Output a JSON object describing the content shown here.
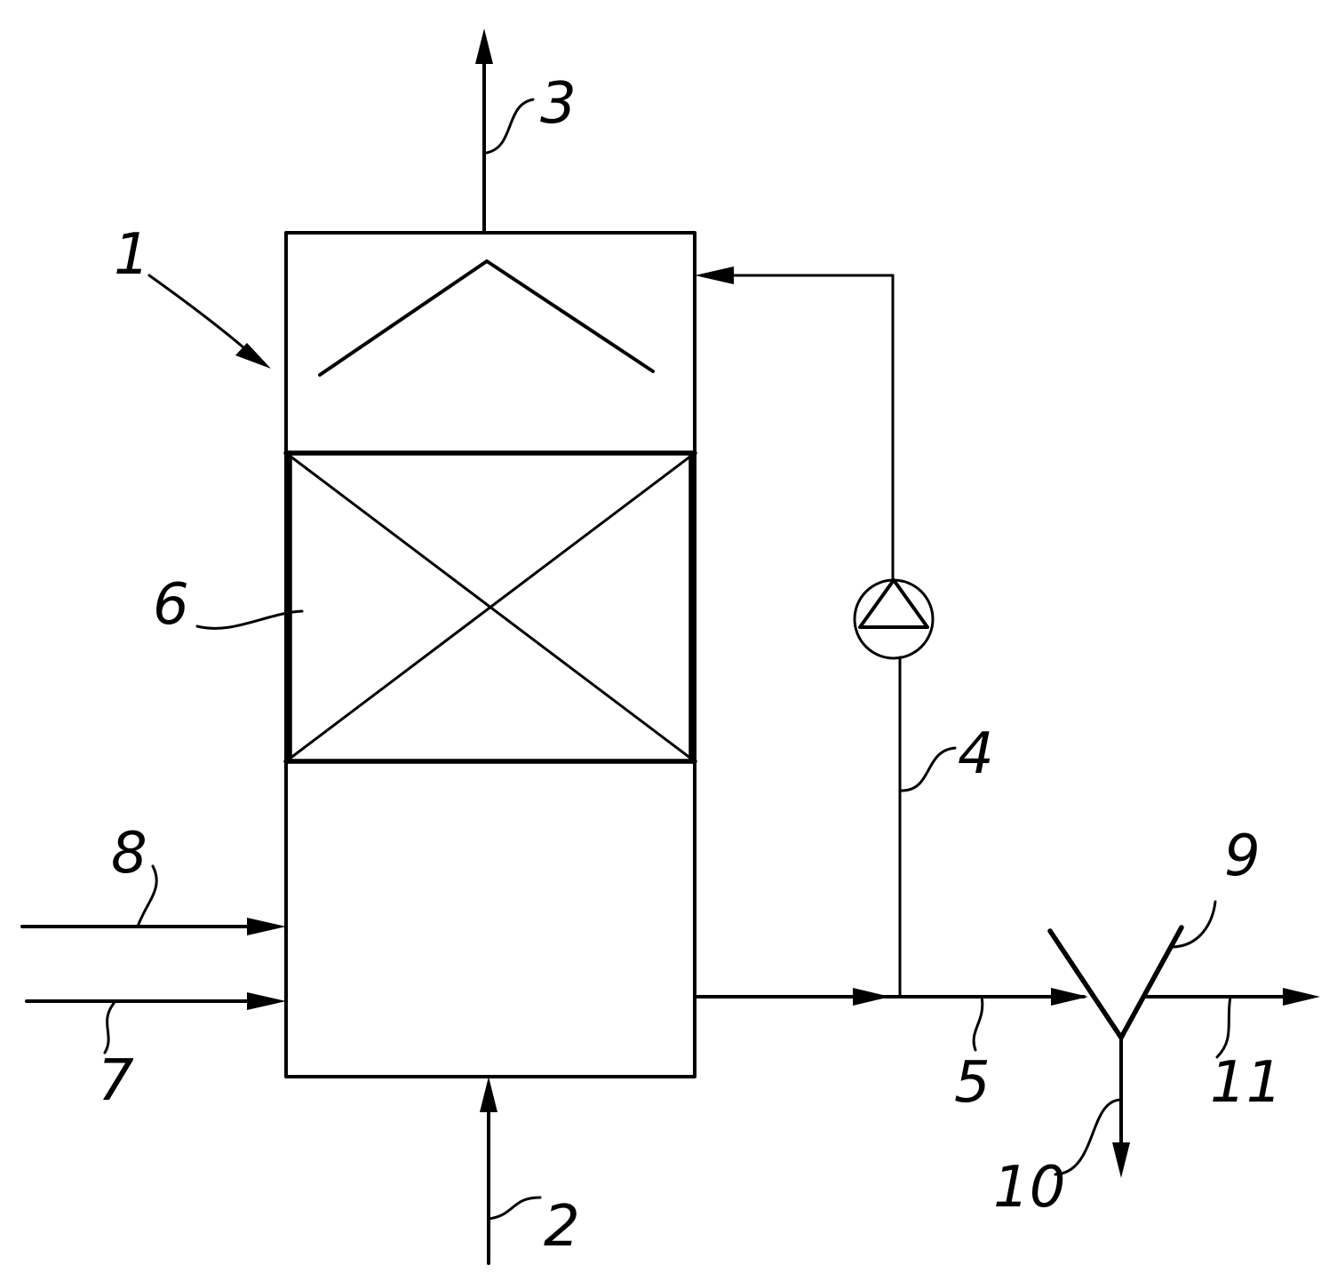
{
  "figure": {
    "labels": {
      "column": "1",
      "feed_bottom": "2",
      "overhead": "3",
      "recycle": "4",
      "bottoms": "5",
      "packing": "6",
      "inlet_lower": "7",
      "inlet_upper": "8",
      "separator": "9",
      "outlet_down": "10",
      "outlet_right": "11"
    }
  }
}
